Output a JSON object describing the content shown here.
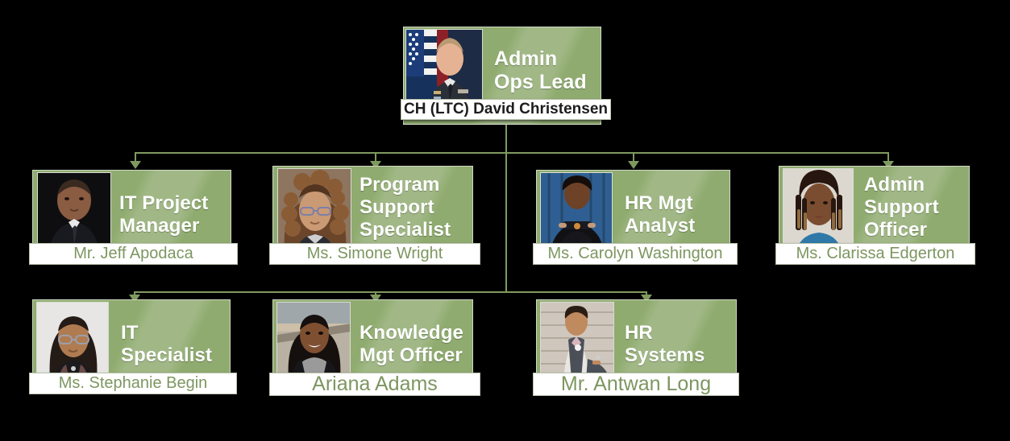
{
  "meta": {
    "kind": "organization-chart",
    "background_color": "#000000",
    "node_color": "#8fab6f",
    "connector_color": "#7f9a5e",
    "plate_background": "#ffffff",
    "plate_text_color": "#7d9660",
    "title_text_color": "#ffffff"
  },
  "nodes": {
    "root": {
      "title_line1": "Admin",
      "title_line2": "Ops Lead",
      "name": "CH (LTC) David Christensen",
      "photo_alt": "army-chaplain-portrait"
    },
    "level2": [
      {
        "title_line1": "IT Project",
        "title_line2": "Manager",
        "title_line3": "",
        "name": "Mr. Jeff Apodaca",
        "photo_alt": "man-dark-suit-portrait"
      },
      {
        "title_line1": "Program",
        "title_line2": "Support",
        "title_line3": "Specialist",
        "name": "Ms. Simone Wright",
        "photo_alt": "woman-curly-hair-glasses-portrait"
      },
      {
        "title_line1": "HR Mgt",
        "title_line2": "Analyst",
        "title_line3": "",
        "name": "Ms. Carolyn Washington",
        "photo_alt": "woman-arms-crossed-blue-backdrop-portrait"
      },
      {
        "title_line1": "Admin",
        "title_line2": "Support",
        "title_line3": "Officer",
        "name": "Ms. Clarissa Edgerton",
        "photo_alt": "woman-braids-blue-top-portrait"
      }
    ],
    "level3": [
      {
        "title_line1": "IT",
        "title_line2": "Specialist",
        "title_line3": "",
        "name": "Ms. Stephanie Begin",
        "photo_alt": "woman-glasses-headscarf-portrait"
      },
      {
        "title_line1": "Knowledge",
        "title_line2": "Mgt Officer",
        "title_line3": "",
        "name": "Ariana Adams",
        "photo_alt": "woman-smiling-outdoor-portrait"
      },
      {
        "title_line1": "HR",
        "title_line2": "Systems",
        "title_line3": "",
        "name": "Mr. Antwan Long",
        "photo_alt": "man-vest-seated-portrait"
      }
    ]
  }
}
